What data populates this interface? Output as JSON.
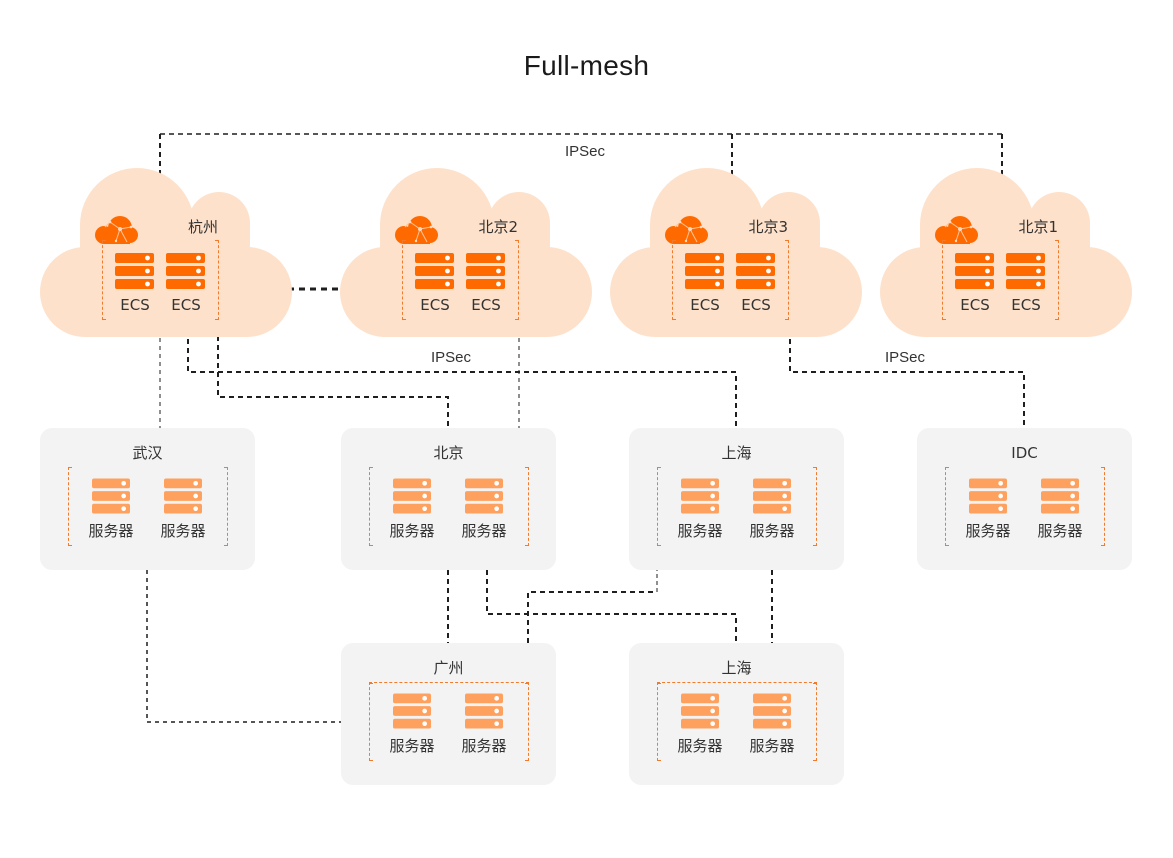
{
  "title": "Full-mesh",
  "links": {
    "ipsec_top": "IPSec",
    "ipsec_middle": "IPSec",
    "ipsec_right": "IPSec"
  },
  "clouds": [
    {
      "name": "杭州",
      "instances": [
        "ECS",
        "ECS"
      ]
    },
    {
      "name": "北京2",
      "instances": [
        "ECS",
        "ECS"
      ]
    },
    {
      "name": "北京3",
      "instances": [
        "ECS",
        "ECS"
      ]
    },
    {
      "name": "北京1",
      "instances": [
        "ECS",
        "ECS"
      ]
    }
  ],
  "sites": [
    {
      "name": "武汉",
      "servers": [
        "服务器",
        "服务器"
      ]
    },
    {
      "name": "北京",
      "servers": [
        "服务器",
        "服务器"
      ]
    },
    {
      "name": "上海",
      "servers": [
        "服务器",
        "服务器"
      ]
    },
    {
      "name": "IDC",
      "servers": [
        "服务器",
        "服务器"
      ]
    },
    {
      "name": "广州",
      "servers": [
        "服务器",
        "服务器"
      ]
    },
    {
      "name": "上海",
      "servers": [
        "服务器",
        "服务器"
      ]
    }
  ],
  "icons": {
    "cloud_logo": "cloud-network-icon",
    "server": "server-icon"
  },
  "colors": {
    "cloud_fill": "#FEE1CA",
    "site_fill": "#F3F3F3",
    "ecs_server": "#FF6A00",
    "site_server": "#FFA15E",
    "bracket": "#F27A2A",
    "link": "#1F1F1F"
  }
}
